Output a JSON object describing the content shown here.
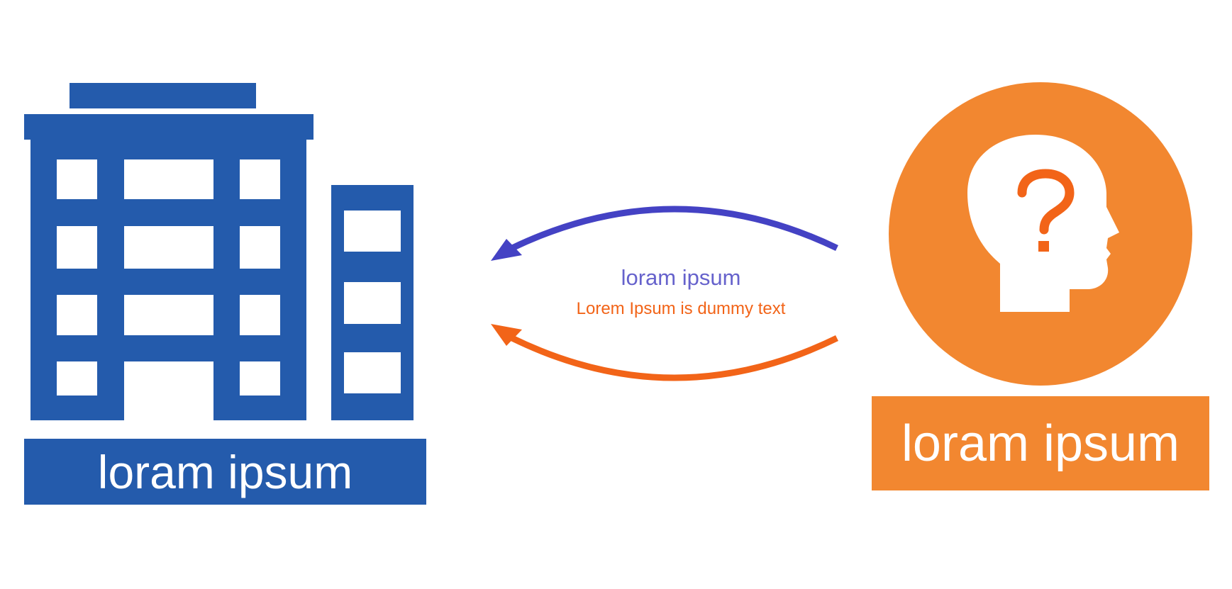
{
  "colors": {
    "building": "#245BAC",
    "orange": "#F28730",
    "arrow_top": "#4442C4",
    "arrow_bottom": "#F26418",
    "center_title": "#6662CC",
    "center_subtitle": "#F26418",
    "white": "#FFFFFF"
  },
  "left": {
    "icon": "office-building-icon",
    "label": "loram ipsum"
  },
  "right": {
    "icon": "head-question-mark-icon",
    "label": "loram ipsum"
  },
  "center": {
    "title": "loram ipsum",
    "subtitle": "Lorem Ipsum is dummy text"
  }
}
